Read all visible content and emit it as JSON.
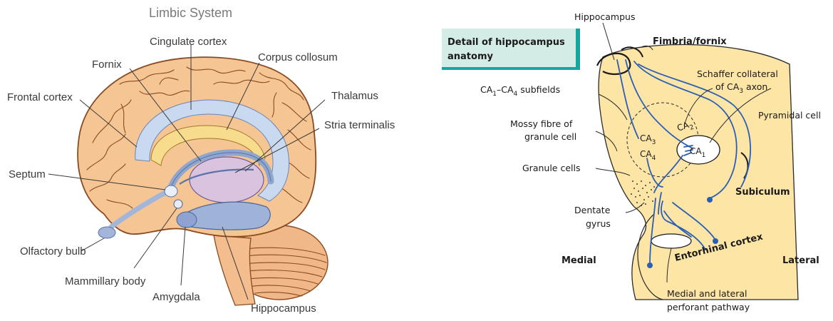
{
  "left": {
    "title": "Limbic System",
    "labels": {
      "cingulate": "Cingulate cortex",
      "fornix": "Fornix",
      "corpus": "Corpus collosum",
      "frontal": "Frontal cortex",
      "thalamus": "Thalamus",
      "stria": "Stria terminalis",
      "septum": "Septum",
      "olfactory": "Olfactory bulb",
      "mammillary": "Mammillary body",
      "amygdala": "Amygdala",
      "hippocampus": "Hippocampus"
    }
  },
  "right": {
    "box_title_line1": "Detail of hippocampus",
    "box_title_line2": "anatomy",
    "labels": {
      "hippocampus": "Hippocampus",
      "fimbria": "Fimbria/fornix",
      "schaffer1": "Schaffer collateral",
      "schaffer2_pre": "of CA",
      "schaffer2_sub": "3",
      "schaffer2_post": " axon",
      "subfields_pre": "CA",
      "subfields_sub1": "1",
      "subfields_mid": "–CA",
      "subfields_sub2": "4",
      "subfields_post": " subfields",
      "pyramidal": "Pyramidal cell",
      "mossy1": "Mossy fibre of",
      "mossy2": "granule cell",
      "granule": "Granule cells",
      "subiculum": "Subiculum",
      "dentate1": "Dentate",
      "dentate2": "gyrus",
      "medial": "Medial",
      "lateral": "Lateral",
      "entorhinal": "Entorhinal cortex",
      "pathway1": "Medial and lateral",
      "pathway2": "perforant pathway",
      "ca_prefix": "CA",
      "ca1": "1",
      "ca2": "2",
      "ca3": "3",
      "ca4": "4"
    }
  },
  "colors": {
    "brain_fill": "#f6c594",
    "brain_outline": "#8a4a22",
    "limbic_blue": "#c9d9ef",
    "thalamus_purple": "#d9c3df",
    "hippo_region": "#fde5a6",
    "box_accent": "#17a5a0",
    "box_fill": "#d4ece6",
    "pathway_blue": "#2b5fb5"
  }
}
